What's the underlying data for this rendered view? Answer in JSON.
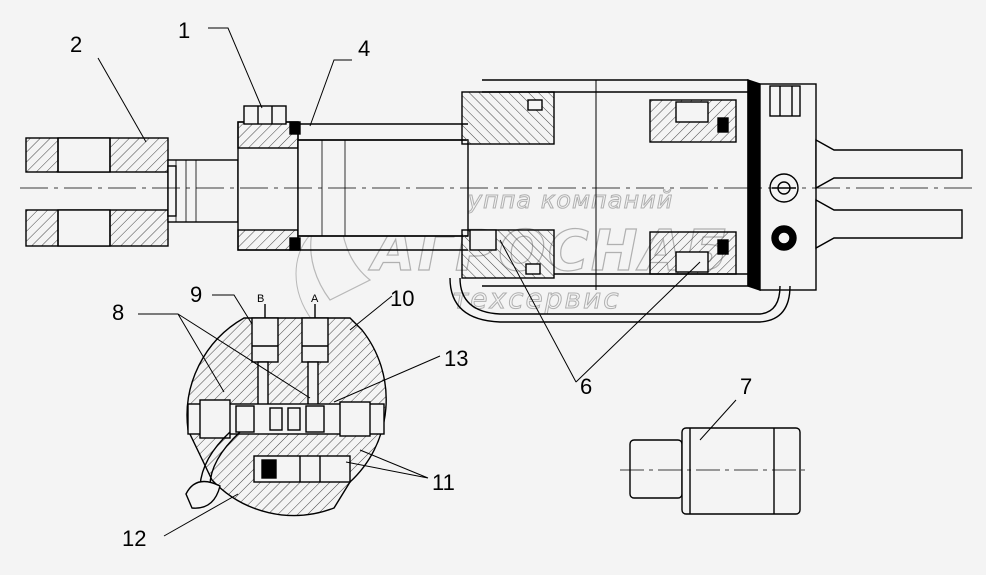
{
  "labels": {
    "n1": "1",
    "n2": "2",
    "n4": "4",
    "n6": "6",
    "n7": "7",
    "n8": "8",
    "n9": "9",
    "n10": "10",
    "n11": "11",
    "n12": "12",
    "n13": "13",
    "port_b": "B",
    "port_a": "A"
  },
  "watermark": {
    "line1": "группа компаний",
    "line2": "АГРОСНАБ",
    "line3": "техсервис"
  },
  "colors": {
    "background": "#f4f4f4",
    "line": "#000000",
    "hatch": "#555555",
    "watermark": "#b0b0b0"
  }
}
